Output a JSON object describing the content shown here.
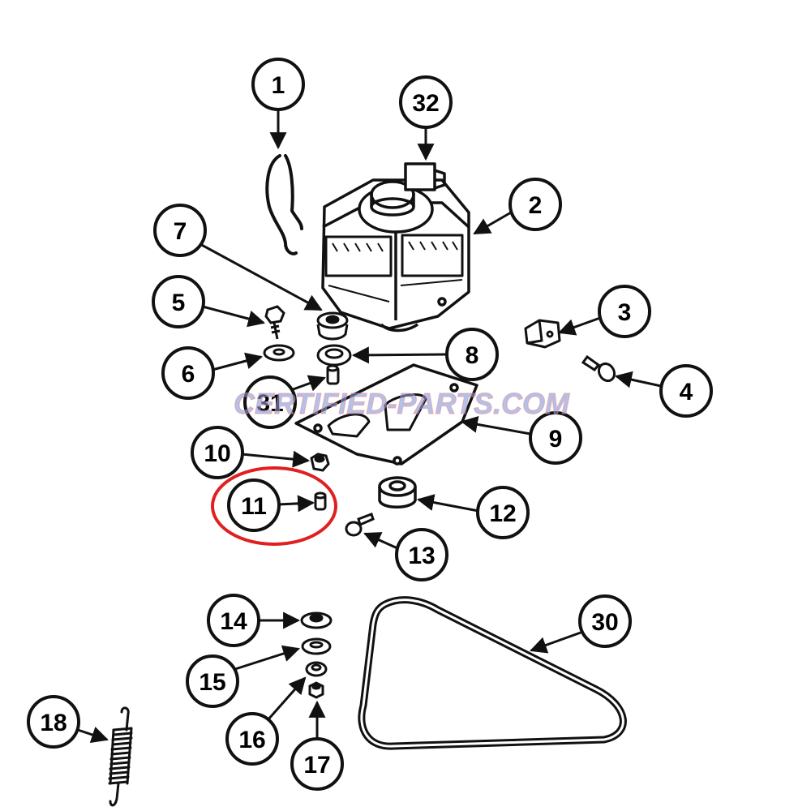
{
  "diagram": {
    "watermark": "CERTIFIED-PARTS.COM",
    "highlighted_callout": "11",
    "colors": {
      "ink": "#111111",
      "highlight": "#e02020",
      "watermark_blue": "#7a9be0",
      "watermark_red": "#f08a8a",
      "background": "#ffffff"
    },
    "callouts": [
      "1",
      "32",
      "2",
      "7",
      "5",
      "3",
      "6",
      "8",
      "4",
      "31",
      "9",
      "10",
      "11",
      "12",
      "13",
      "14",
      "30",
      "15",
      "16",
      "17",
      "18"
    ]
  }
}
